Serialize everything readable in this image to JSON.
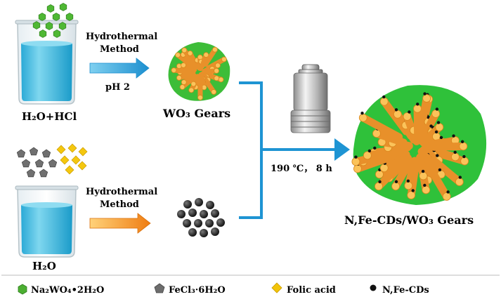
{
  "step1": {
    "beaker_label": "H₂O+HCl",
    "method_line1": "Hydrothermal",
    "method_line2": "Method",
    "condition": "pH 2",
    "product": "WO₃ Gears"
  },
  "step2": {
    "beaker_label": "H₂O",
    "method_line1": "Hydrothermal",
    "method_line2": "Method"
  },
  "combine": {
    "condition": "190 ℃， 8 h",
    "product": "N,Fe-CDs/WO₃ Gears"
  },
  "legend": [
    {
      "label": "Na₂WO₄•2H₂O",
      "icon": "green-hexagon-icon",
      "color": "#4caf32"
    },
    {
      "label": "FeCl₃·6H₂O",
      "icon": "gray-pentagon-icon",
      "color": "#6d6d6d"
    },
    {
      "label": "Folic acid",
      "icon": "yellow-diamond-icon",
      "color": "#f2c40a"
    },
    {
      "label": "N,Fe-CDs",
      "icon": "black-dot-icon",
      "color": "#111111"
    }
  ],
  "colors": {
    "arrow_blue": "#2aa0d8",
    "arrow_orange": "#f08a1c",
    "gear_green": "#3fbf3a",
    "rod_orange": "#f6a530",
    "liquid_blue": "#3ab8df"
  }
}
